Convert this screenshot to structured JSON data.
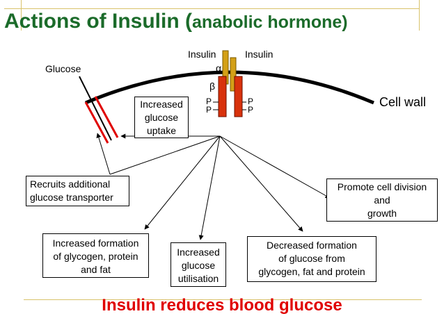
{
  "title": {
    "main": "Actions of Insulin (",
    "sub": "anabolic hormone)"
  },
  "labels": {
    "insulin_left": "Insulin",
    "insulin_right": "Insulin",
    "glucose": "Glucose",
    "alpha": "α",
    "beta": "β",
    "p_left_1": "P",
    "p_left_2": "P",
    "p_right_1": "P",
    "p_right_2": "P",
    "cell_wall": "Cell wall"
  },
  "boxes": {
    "uptake": [
      "Increased",
      "glucose",
      "uptake"
    ],
    "transporter": [
      "Recruits additional",
      "glucose transporter"
    ],
    "division": [
      "Promote cell division",
      "and",
      "growth"
    ],
    "formation": [
      "Increased formation",
      "of glycogen, protein",
      "and fat"
    ],
    "utilisation": [
      "Increased",
      "glucose",
      "utilisation"
    ],
    "decreased": [
      "Decreased  formation",
      "of glucose from",
      "glycogen, fat and protein"
    ]
  },
  "conclusion": "Insulin reduces blood glucose",
  "colors": {
    "title": "#1b6b2a",
    "rule": "#d9c26a",
    "alpha_subunit": "#d4a017",
    "beta_subunit": "#d8320c",
    "transporter": "#e00000",
    "conclusion": "#e00000"
  }
}
